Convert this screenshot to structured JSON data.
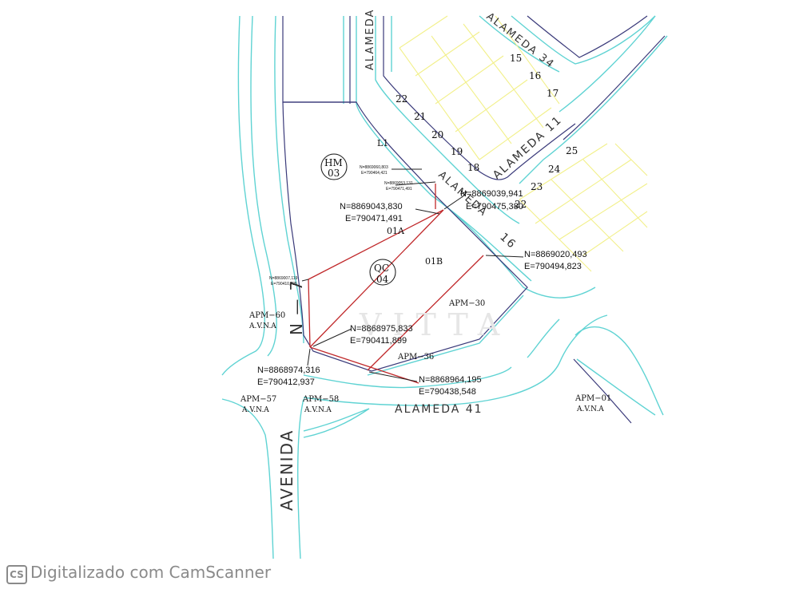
{
  "streets": {
    "alameda_top": "ALAMEDA",
    "alameda_34": "ALAMEDA 34",
    "alameda_11": "ALAMEDA 11",
    "alameda_diag": "ALAMEDA",
    "alameda_16": "16",
    "alameda_41": "ALAMEDA   41",
    "avenida": "AVENIDA",
    "avenida_num": "N — 7"
  },
  "block_numbers": [
    "15",
    "16",
    "17",
    "22",
    "21",
    "20",
    "19",
    "18",
    "25",
    "24",
    "23",
    "22"
  ],
  "labels": {
    "l1": "L1",
    "hm_top": "HM",
    "hm_bottom": "03",
    "qc_top": "QC",
    "qc_bottom": "04",
    "lot_01a": "01A",
    "lot_01b": "01B",
    "apm_30": "APM−30",
    "apm_36": "APM−36",
    "apm_60": "APM−60",
    "apm_60_sub": "A.V.N.A",
    "apm_57": "APM−57",
    "apm_57_sub": "A.V.N.A",
    "apm_58": "APM−58",
    "apm_58_sub": "A.V.N.A",
    "apm_01": "APM−01",
    "apm_01_sub": "A.V.N.A",
    "watermark": "VITTA"
  },
  "coordinates": {
    "c1_n": "N=8869060,803",
    "c1_e": "E=790464,421",
    "c2_n": "N=8869053,131",
    "c2_e": "E=790471,491",
    "c3_n": "N=8869039,941",
    "c3_e": "E=790475,380",
    "c4_n": "N=8869043,830",
    "c4_e": "E=790471,491",
    "c5_n": "N=8869020,493",
    "c5_e": "E=790494,823",
    "c6_n": "N=8869007,119",
    "c6_e": "E=790410,725",
    "c7_n": "N=8868975,833",
    "c7_e": "E=790411,899",
    "c8_n": "N=8868974,316",
    "c8_e": "E=790412,937",
    "c9_n": "N=8868964,195",
    "c9_e": "E=790438,548"
  },
  "footer": {
    "logo": "CS",
    "text": "Digitalizado com CamScanner"
  }
}
